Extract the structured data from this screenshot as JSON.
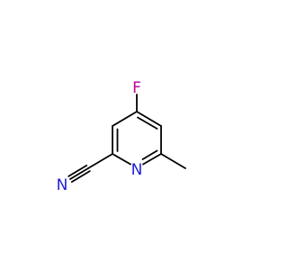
{
  "molecule": {
    "atoms": {
      "fluorine": "F",
      "ring_nitrogen": "N",
      "nitrile_nitrogen": "N"
    },
    "colors": {
      "bond": "#000000",
      "fluorine": "#b4009e",
      "nitrogen": "#1f1fd6"
    }
  }
}
